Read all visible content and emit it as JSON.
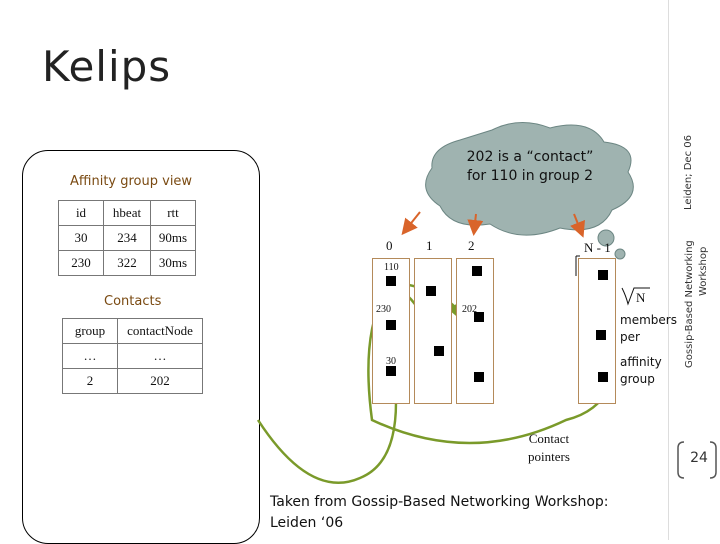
{
  "slide": {
    "title": "Kelips",
    "side_labels": [
      "Leiden; Dec 06",
      "Gossip-Based Networking",
      "Workshop"
    ],
    "page_number": "24"
  },
  "affinity_view": {
    "title": "Affinity group view",
    "headers": [
      "id",
      "hbeat",
      "rtt"
    ],
    "rows": [
      [
        "30",
        "234",
        "90ms"
      ],
      [
        "230",
        "322",
        "30ms"
      ]
    ]
  },
  "contacts": {
    "title": "Contacts",
    "headers": [
      "group",
      "contactNode"
    ],
    "rows": [
      [
        "…",
        "…"
      ],
      [
        "2",
        "202"
      ]
    ]
  },
  "callout": {
    "line1": "202 is a “contact”",
    "line2": "for 110 in group 2"
  },
  "groups": {
    "labels": [
      "0",
      "1",
      "2"
    ],
    "last_label": "N - 1",
    "node_labels": {
      "n110": "110",
      "n230": "230",
      "n202": "202",
      "n30": "30"
    }
  },
  "annotations": {
    "sqrt_n": "N",
    "members_per": [
      "members",
      "per"
    ],
    "affinity_group": [
      "affinity",
      "group"
    ],
    "contact_pointers": [
      "Contact",
      "pointers"
    ]
  },
  "footnote": {
    "line1": "Taken from Gossip-Based Networking Workshop:",
    "line2": "Leiden ‘06"
  },
  "colors": {
    "callout_fill": "#9fb3b0",
    "arrow_orange": "#d9642a",
    "curve_green": "#7a9a2a",
    "column_border": "#b48a5a"
  }
}
